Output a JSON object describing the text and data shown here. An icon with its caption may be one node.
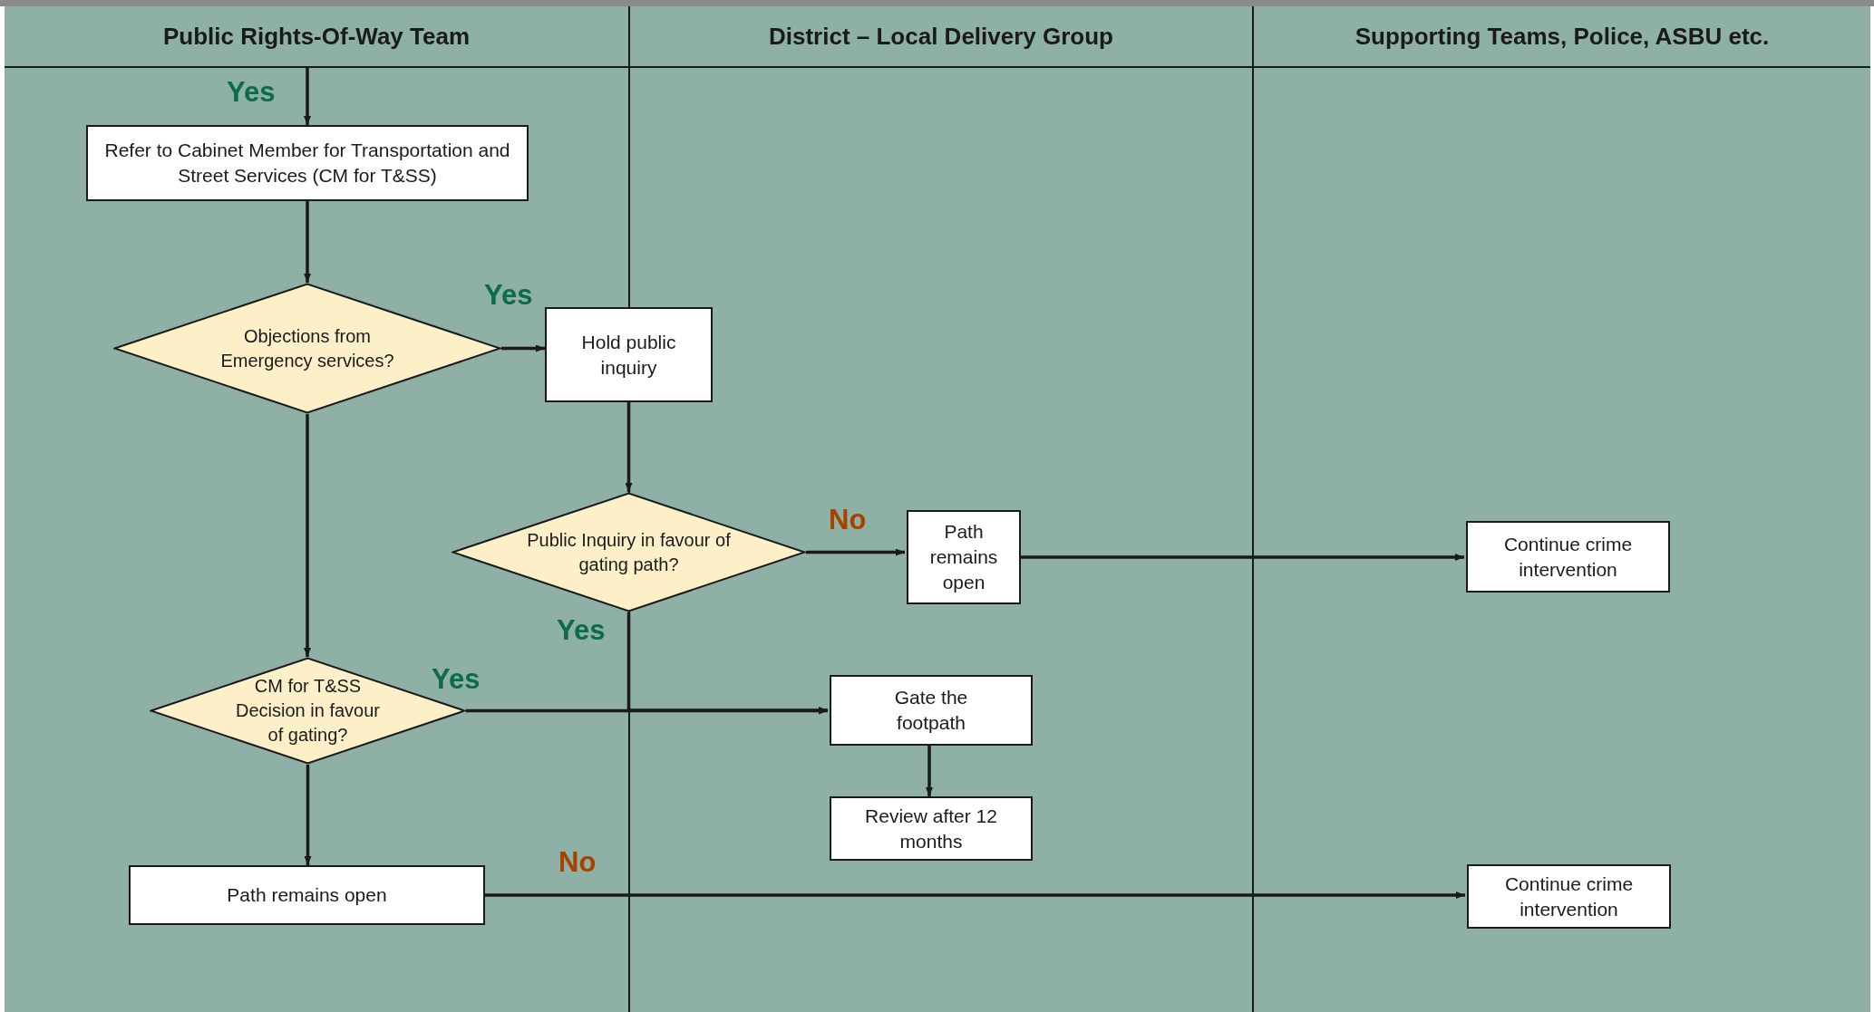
{
  "diagram": {
    "nodes": [
      {
        "text": [
          "Public Rights-Of-Way Team"
        ]
      },
      {
        "text": [
          "District – Local Delivery Group"
        ]
      },
      {
        "text": [
          "Supporting Teams, Police, ASBU etc."
        ]
      },
      {
        "text": [
          "Refer to Cabinet Member for Transportation and Street Services (CM for T&SS)"
        ],
        "in": 0
      },
      {
        "text": [
          "Objections from Emergency services?"
        ],
        "in": 0
      },
      {
        "text": [
          "Hold public inquiry"
        ]
      },
      {
        "text": [
          "Public Inquiry in favour of gating path?"
        ]
      },
      {
        "text": [
          "Path remains open"
        ],
        "in": 1
      },
      {
        "text": [
          "Continue crime intervention"
        ],
        "in": 2
      },
      {
        "text": [
          "CM for T&SS Decision in favour of gating?"
        ],
        "in": 0
      },
      {
        "text": [
          "Gate the footpath"
        ],
        "in": 1
      },
      {
        "text": [
          "Review after 12 months"
        ],
        "in": 1
      },
      {
        "text": [
          "Path remains open"
        ],
        "in": 0
      },
      {
        "text": [
          "Continue crime intervention"
        ],
        "in": 2
      }
    ],
    "edges": [
      {
        "from": null,
        "to": 3,
        "arrow": "to",
        "label": "Yes"
      },
      {
        "from": 3,
        "to": 4,
        "arrow": "to"
      },
      {
        "from": 4,
        "to": 5,
        "arrow": "to",
        "label": "Yes"
      },
      {
        "from": 4,
        "to": 9,
        "arrow": "to"
      },
      {
        "from": 5,
        "to": 6,
        "arrow": "to"
      },
      {
        "from": 6,
        "to": 7,
        "arrow": "to",
        "label": "No"
      },
      {
        "from": 7,
        "to": 8,
        "arrow": "to"
      },
      {
        "from": 6,
        "to": 10,
        "arrow": "to",
        "label": "Yes"
      },
      {
        "from": 9,
        "to": 10,
        "arrow": "to",
        "label": "Yes"
      },
      {
        "from": 10,
        "to": 11,
        "arrow": "to"
      },
      {
        "from": 9,
        "to": 12,
        "arrow": "to"
      },
      {
        "from": 12,
        "to": 13,
        "arrow": "to",
        "label": "No"
      }
    ]
  }
}
